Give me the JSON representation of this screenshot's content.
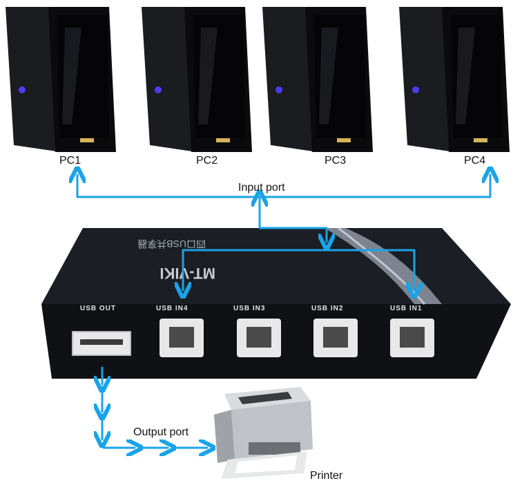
{
  "computers": [
    {
      "label": "PC1"
    },
    {
      "label": "PC2"
    },
    {
      "label": "PC3"
    },
    {
      "label": "PC4"
    }
  ],
  "labels": {
    "input_port": "Input port",
    "output_port": "Output port",
    "printer": "Printer"
  },
  "switch": {
    "brand": "MT-VIKI",
    "subtitle": "四口USB共享器",
    "ports": [
      "USB OUT",
      "USB IN4",
      "USB IN3",
      "USB IN2",
      "USB IN1"
    ]
  },
  "colors": {
    "arrow": "#1aa3e8",
    "device": "#14171c",
    "case_body": "#0c0c0f"
  }
}
